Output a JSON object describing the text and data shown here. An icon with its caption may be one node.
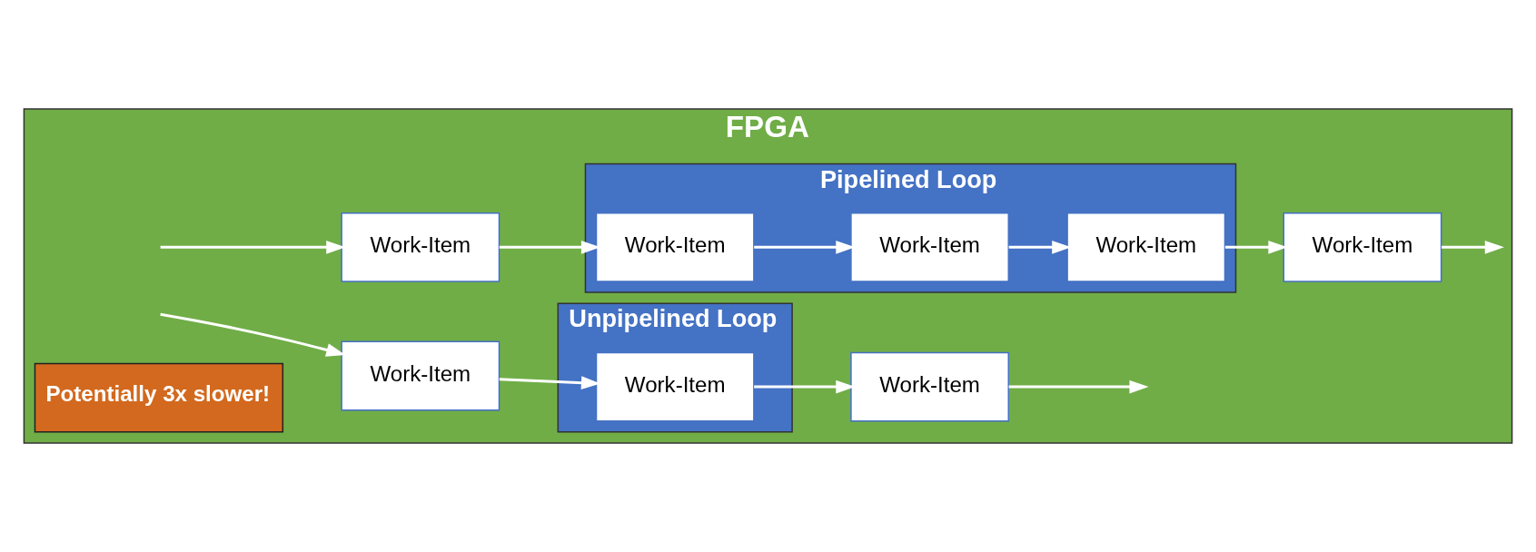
{
  "diagram": {
    "nodes": [
      {
        "text": [
          "FPGA"
        ]
      },
      {
        "text": [
          "Pipelined Loop"
        ],
        "in": 0
      },
      {
        "text": [
          "Work-Item"
        ],
        "in": 0
      },
      {
        "text": [
          "Work-Item"
        ],
        "in": 1
      },
      {
        "text": [
          "Work-Item"
        ],
        "in": 1
      },
      {
        "text": [
          "Work-Item"
        ],
        "in": 1
      },
      {
        "text": [
          "Work-Item"
        ],
        "in": 0
      },
      {
        "text": [
          "Unpipelined Loop"
        ],
        "in": 0
      },
      {
        "text": [
          "Potentially 3x slower!"
        ],
        "in": 0
      },
      {
        "text": [
          "Work-Item"
        ],
        "in": 0
      },
      {
        "text": [
          "Work-Item"
        ],
        "in": 7
      },
      {
        "text": [
          "Work-Item"
        ],
        "in": 0
      }
    ],
    "edges": [
      {
        "from": null,
        "to": 2,
        "arrow": "to"
      },
      {
        "from": 2,
        "to": 3,
        "arrow": "to"
      },
      {
        "from": 3,
        "to": 4,
        "arrow": "to"
      },
      {
        "from": 4,
        "to": 5,
        "arrow": "to"
      },
      {
        "from": 5,
        "to": 6,
        "arrow": "to"
      },
      {
        "from": 6,
        "to": null,
        "arrow": "to"
      },
      {
        "from": null,
        "to": 9,
        "arrow": "to"
      },
      {
        "from": 9,
        "to": 10,
        "arrow": "to"
      },
      {
        "from": 10,
        "to": 11,
        "arrow": "to"
      },
      {
        "from": 11,
        "to": null,
        "arrow": "to"
      }
    ]
  }
}
